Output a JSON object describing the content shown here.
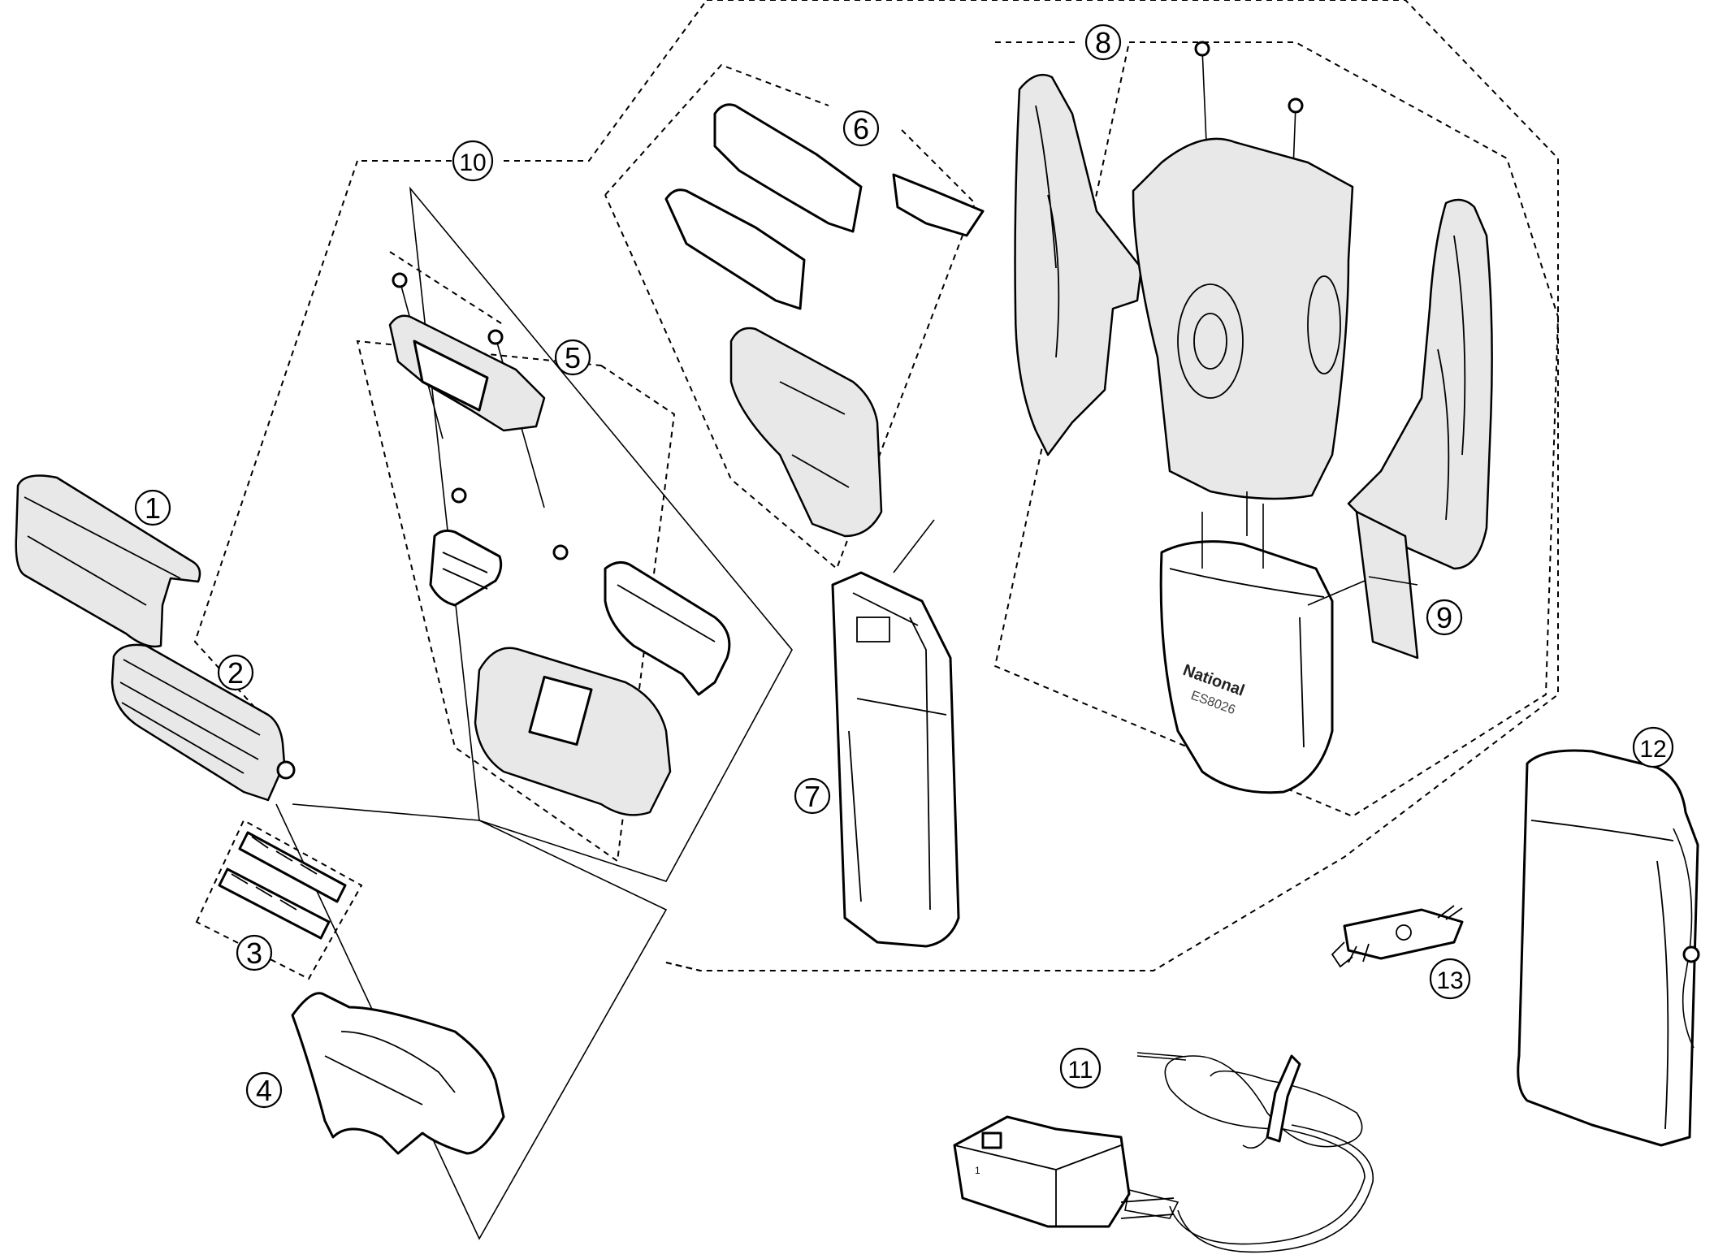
{
  "colors": {
    "line": "#000000",
    "background": "#ffffff",
    "shade": "#e8e8e8"
  },
  "callouts": {
    "c1": "1",
    "c2": "2",
    "c3": "3",
    "c4": "4",
    "c5": "5",
    "c6": "6",
    "c7": "7",
    "c8": "8",
    "c9": "9",
    "c10": "10",
    "c11": "11",
    "c12": "12",
    "c13": "13"
  },
  "printed": {
    "brand": "National",
    "model": "ES8026",
    "adapter_mark": "1"
  }
}
